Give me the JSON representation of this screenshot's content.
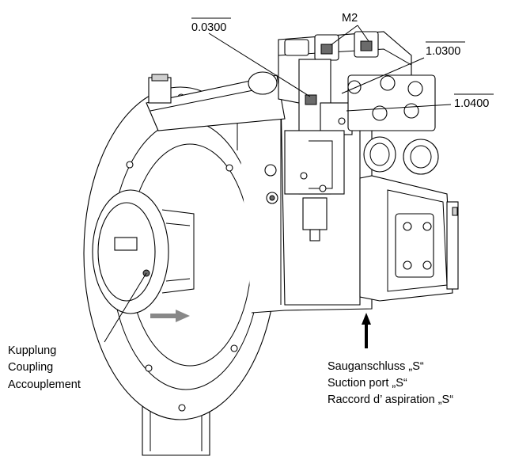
{
  "labels": {
    "port_0300": "0.0300",
    "port_m2": "M2",
    "port_1_0300": "1.0300",
    "port_1_0400": "1.0400",
    "coupling": [
      "Kupplung",
      "Coupling",
      "Accouplement"
    ],
    "suction": [
      "Sauganschluss „S“",
      "Suction port „S“",
      "Raccord d’ aspiration „S“"
    ]
  },
  "colors": {
    "line": "#000000",
    "shade": "#cfcfcf",
    "dark": "#6b6b6b",
    "arrow": "#888888"
  }
}
